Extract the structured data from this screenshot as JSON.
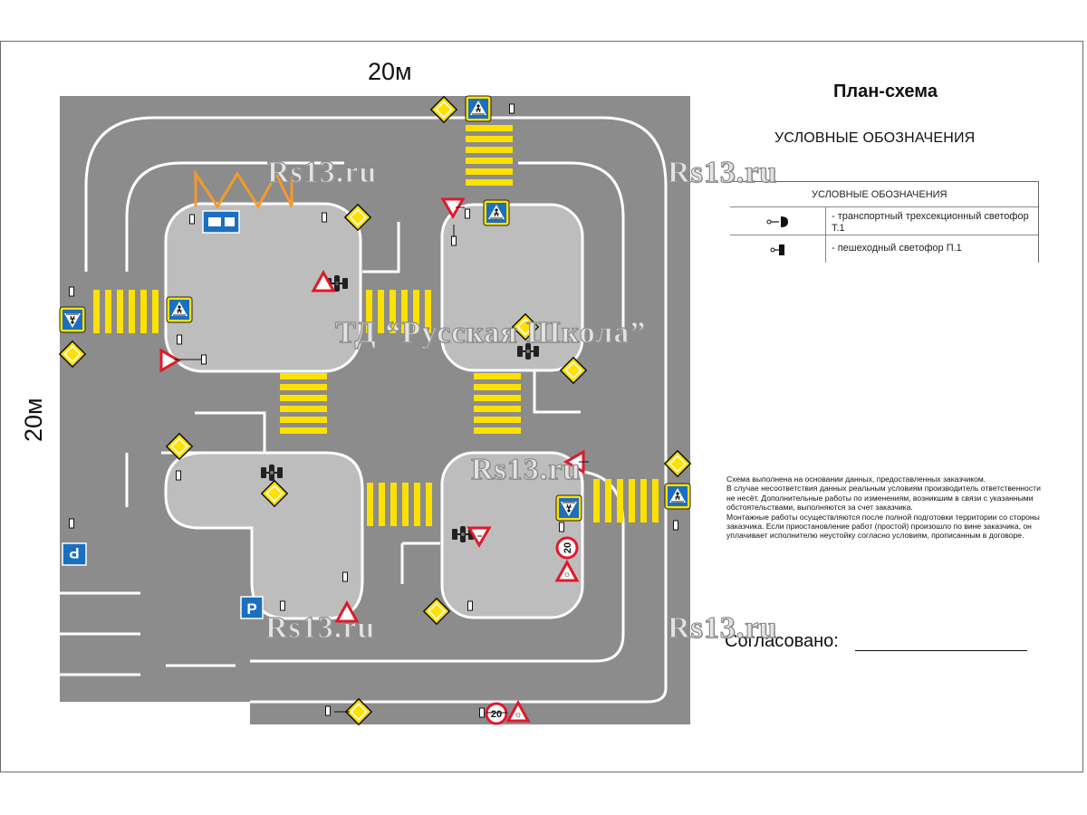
{
  "dimensions": {
    "top": "20м",
    "left": "20м"
  },
  "title": "План-схема",
  "legend_heading": "УСЛОВНЫЕ ОБОЗНАЧЕНИЯ",
  "legend": {
    "header": "УСЛОВНЫЕ ОБОЗНАЧЕНИЯ",
    "rows": [
      {
        "text": "- транспортный  трехсекционный светофор Т.1",
        "icon": "traffic-light-icon"
      },
      {
        "text": "- пешеходный светофор П.1",
        "icon": "pedestrian-light-icon"
      }
    ]
  },
  "note": [
    "Схема выполнена на основании данных, предоставленных заказчиком.",
    "В случае несоответствия данных реальным условиям производитель ответственности не несёт. Дополнительные работы по изменениям, возникшим в связи с указанными обстоятельствами, выполняются за счет заказчика.",
    "Монтажные работы осуществляются после полной подготовки территории со стороны заказчика. Если приостановление работ (простой) произошло по вине заказчика, он уплачивает исполнителю неустойку согласно условиям, прописанным в договоре."
  ],
  "agreed_label": "Согласовано:",
  "watermarks": [
    "Rs13.ru",
    "Rs13.ru",
    "ТД “Русская Школа”",
    "Rs13.ru",
    "Rs13.ru",
    "Rs13.ru"
  ],
  "sign_texts": {
    "speed_limit": "20",
    "parking": "P"
  },
  "colors": {
    "road": "#8c8c8c",
    "island": "#bdbdbd",
    "crosswalk": "#ffe100",
    "sign_blue": "#1b6fc2",
    "sign_red": "#e0192a",
    "marking": "#ffffff",
    "snake": "#f49a2a"
  }
}
